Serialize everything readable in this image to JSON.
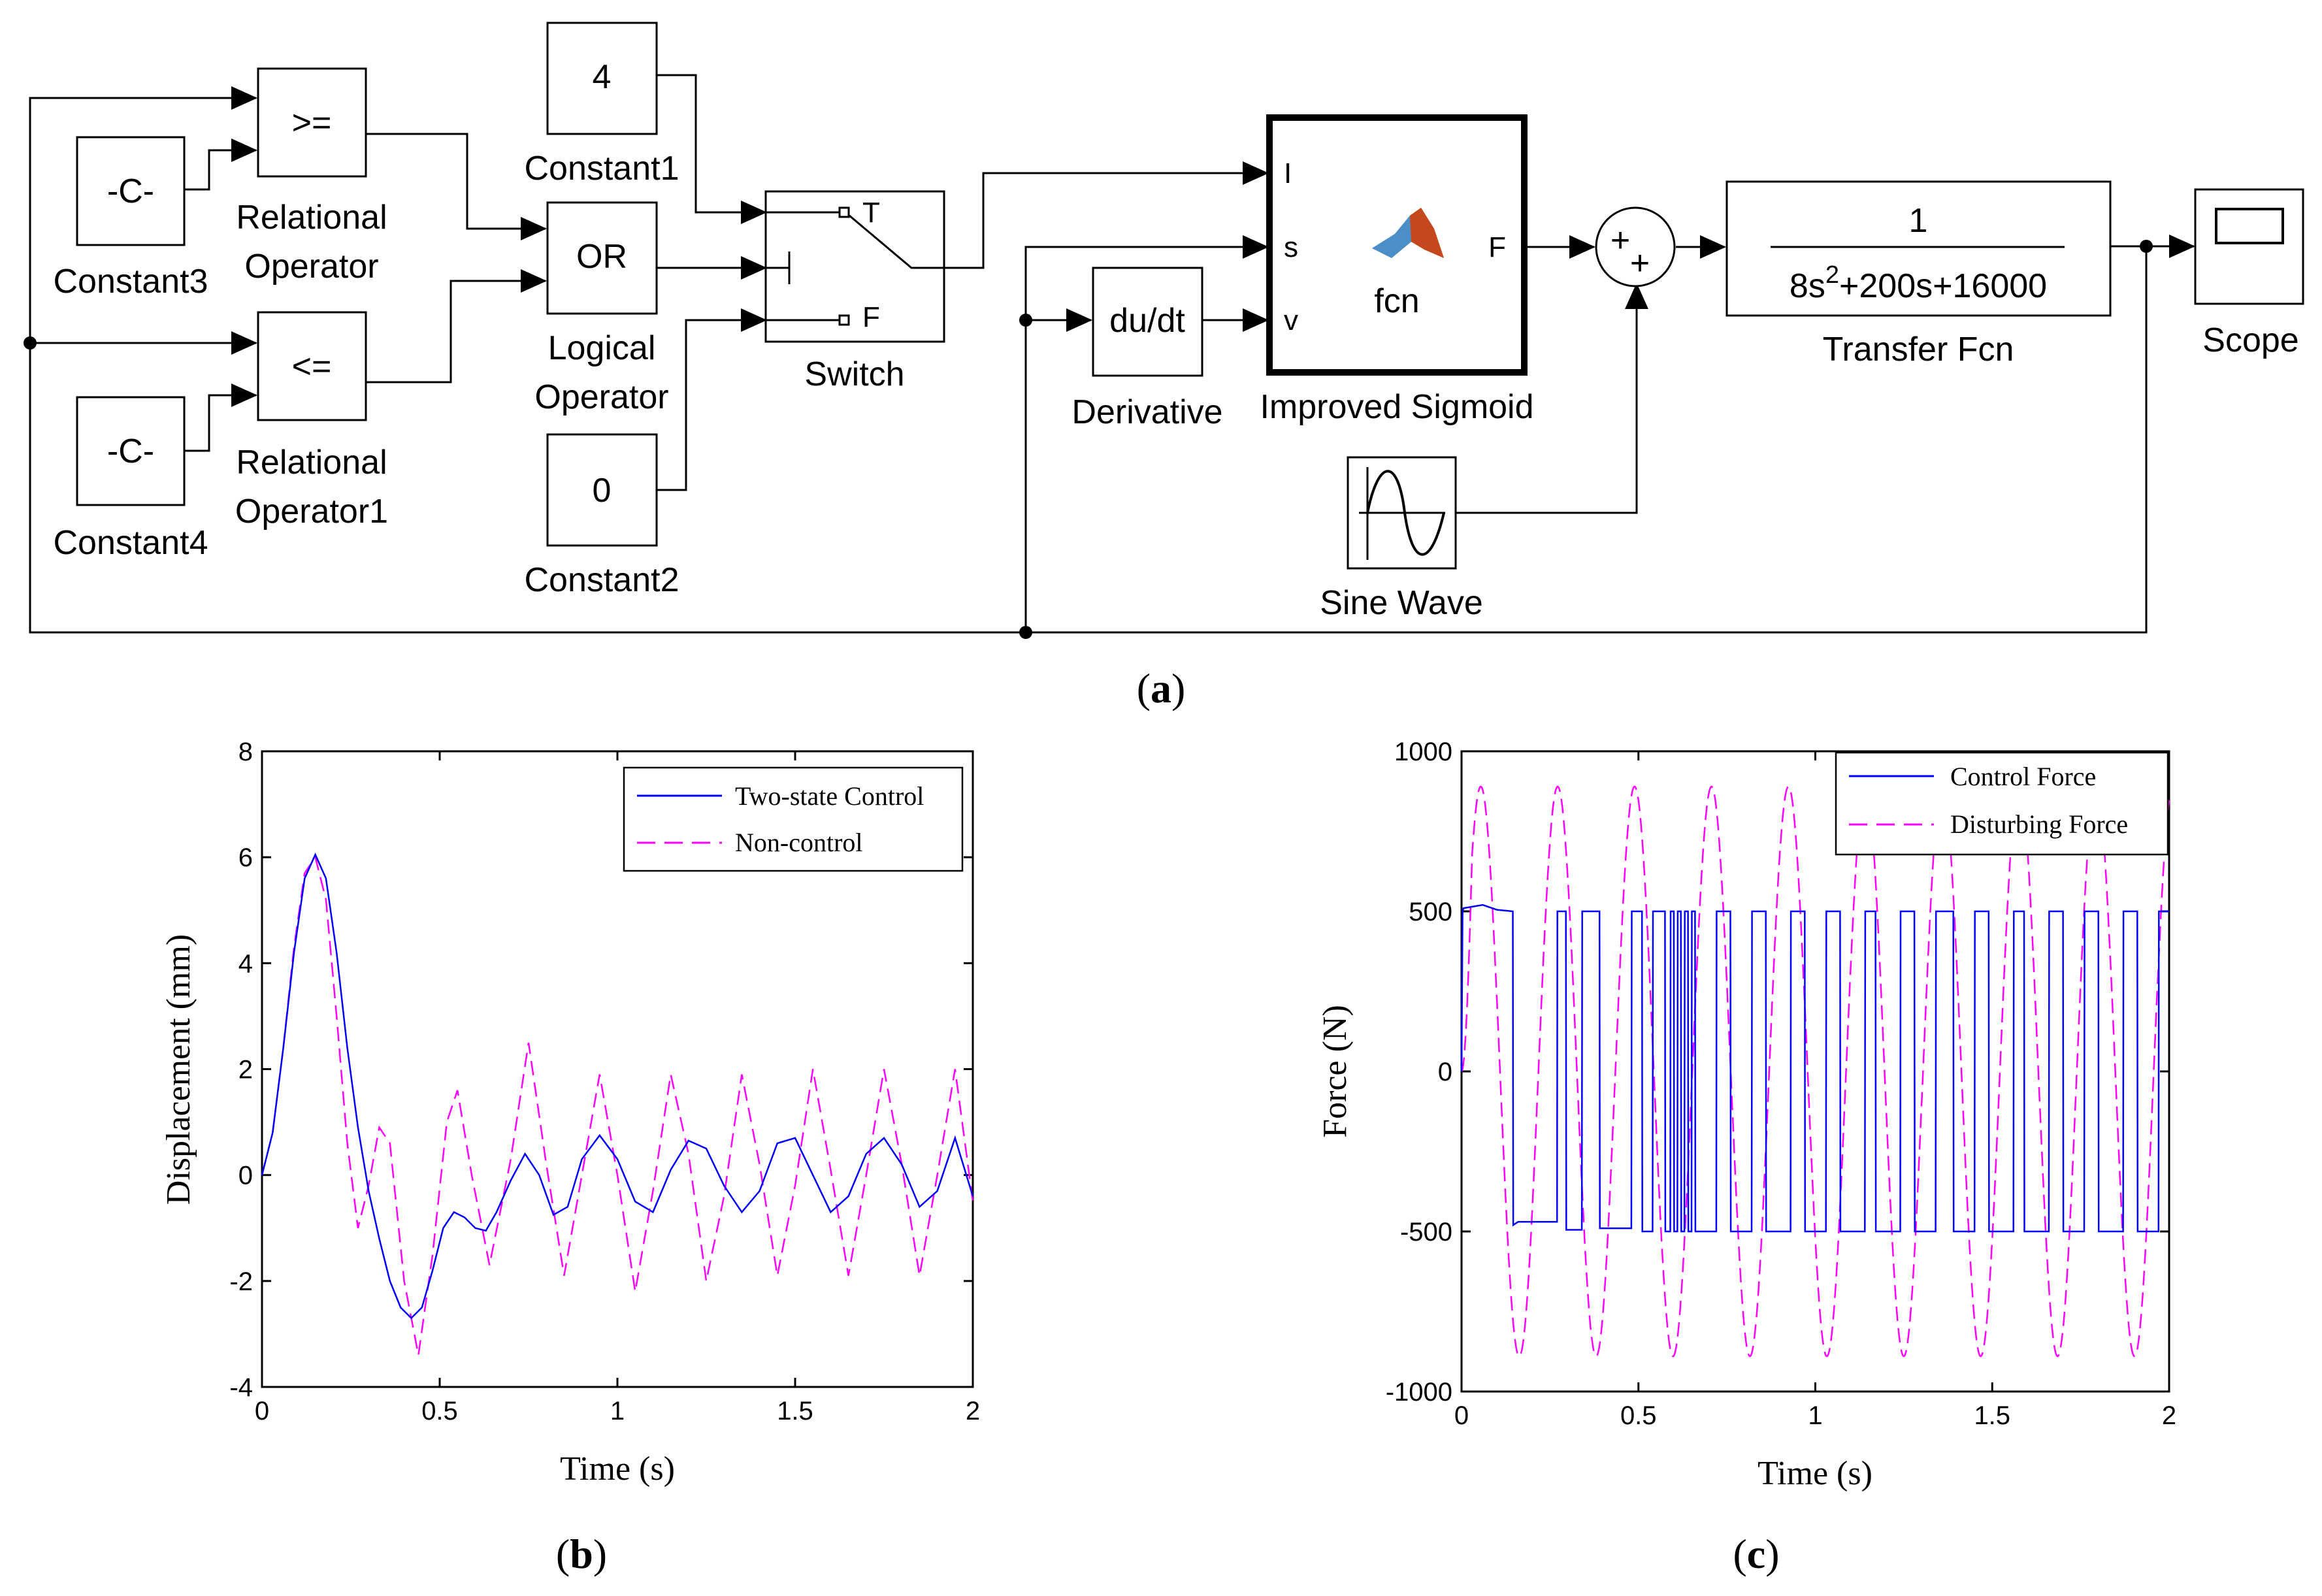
{
  "diagram": {
    "blocks": {
      "constant3": {
        "inner": "-C-",
        "label": "Constant3"
      },
      "constant4": {
        "inner": "-C-",
        "label": "Constant4"
      },
      "rel_op": {
        "inner": ">=",
        "label_line1": "Relational",
        "label_line2": "Operator"
      },
      "rel_op1": {
        "inner": "<=",
        "label_line1": "Relational",
        "label_line2": "Operator1"
      },
      "logical_op": {
        "inner": "OR",
        "label_line1": "Logical",
        "label_line2": "Operator"
      },
      "constant1": {
        "inner": "4",
        "label": "Constant1"
      },
      "constant2": {
        "inner": "0",
        "label": "Constant2"
      },
      "switch": {
        "label": "Switch",
        "port_true": "T",
        "port_false": "F"
      },
      "derivative": {
        "inner": "du/dt",
        "label": "Derivative"
      },
      "improved_sigmoid": {
        "inner": "fcn",
        "label": "Improved Sigmoid",
        "in_ports": [
          "I",
          "s",
          "v"
        ],
        "out_port": "F"
      },
      "sum": {
        "signs": [
          "+",
          "+"
        ]
      },
      "sine_wave": {
        "label": "Sine Wave"
      },
      "transfer_fcn": {
        "numerator": "1",
        "den_a": "8s",
        "den_exp": "2",
        "den_b": "+200s+16000",
        "label": "Transfer Fcn"
      },
      "scope": {
        "label": "Scope"
      }
    },
    "caption": {
      "open": "(",
      "letter": "a",
      "close": ")"
    }
  },
  "chart_data": [
    {
      "type": "line",
      "panel": "b",
      "xlabel": "Time (s)",
      "ylabel": "Displacement (mm)",
      "xlim": [
        0,
        2
      ],
      "ylim": [
        -4,
        8
      ],
      "xticks": [
        "0",
        "0.5",
        "1",
        "1.5",
        "2"
      ],
      "yticks": [
        "-4",
        "-2",
        "0",
        "2",
        "4",
        "6",
        "8"
      ],
      "legend_position": "top-right",
      "series": [
        {
          "name": "Two-state Control",
          "color": "#0000ff",
          "dash": "solid",
          "x": [
            0,
            0.03,
            0.06,
            0.09,
            0.12,
            0.15,
            0.18,
            0.21,
            0.24,
            0.27,
            0.3,
            0.33,
            0.36,
            0.39,
            0.42,
            0.45,
            0.48,
            0.51,
            0.54,
            0.57,
            0.6,
            0.63,
            0.66,
            0.7,
            0.74,
            0.78,
            0.82,
            0.86,
            0.9,
            0.95,
            1.0,
            1.05,
            1.1,
            1.15,
            1.2,
            1.25,
            1.3,
            1.35,
            1.4,
            1.45,
            1.5,
            1.55,
            1.6,
            1.65,
            1.7,
            1.75,
            1.8,
            1.85,
            1.9,
            1.95,
            2.0
          ],
          "y": [
            0,
            0.8,
            2.4,
            4.2,
            5.6,
            6.05,
            5.6,
            4.2,
            2.4,
            0.9,
            -0.3,
            -1.2,
            -2.0,
            -2.5,
            -2.7,
            -2.5,
            -1.8,
            -1.0,
            -0.7,
            -0.8,
            -1.0,
            -1.05,
            -0.7,
            -0.1,
            0.4,
            0.0,
            -0.75,
            -0.6,
            0.3,
            0.75,
            0.3,
            -0.5,
            -0.7,
            0.1,
            0.65,
            0.5,
            -0.2,
            -0.7,
            -0.3,
            0.6,
            0.7,
            0.0,
            -0.7,
            -0.4,
            0.4,
            0.7,
            0.2,
            -0.6,
            -0.3,
            0.7,
            -0.4
          ]
        },
        {
          "name": "Non-control",
          "color": "#ff00ff",
          "dash": "dashed",
          "x": [
            0,
            0.03,
            0.06,
            0.09,
            0.12,
            0.15,
            0.18,
            0.21,
            0.24,
            0.27,
            0.3,
            0.33,
            0.36,
            0.4,
            0.44,
            0.48,
            0.52,
            0.55,
            0.59,
            0.64,
            0.7,
            0.75,
            0.8,
            0.85,
            0.9,
            0.95,
            1.0,
            1.05,
            1.1,
            1.15,
            1.2,
            1.25,
            1.3,
            1.35,
            1.4,
            1.45,
            1.5,
            1.55,
            1.6,
            1.65,
            1.7,
            1.75,
            1.8,
            1.85,
            1.9,
            1.95,
            2.0
          ],
          "y": [
            0,
            0.8,
            2.4,
            4.3,
            5.7,
            6.0,
            5.2,
            3.0,
            0.6,
            -1.0,
            -0.2,
            0.9,
            0.6,
            -2.0,
            -3.4,
            -1.5,
            1.0,
            1.6,
            0.0,
            -1.7,
            0.3,
            2.5,
            0.2,
            -1.9,
            0.0,
            1.9,
            0.0,
            -2.2,
            -0.3,
            1.9,
            0.4,
            -2.0,
            -0.4,
            1.9,
            0.2,
            -1.9,
            -0.2,
            2.0,
            0.1,
            -1.9,
            0.0,
            2.0,
            0.2,
            -1.9,
            0.0,
            2.0,
            -0.5
          ]
        }
      ],
      "caption": {
        "open": "(",
        "letter": "b",
        "close": ")"
      }
    },
    {
      "type": "line",
      "panel": "c",
      "xlabel": "Time (s)",
      "ylabel": "Force (N)",
      "xlim": [
        0,
        2
      ],
      "ylim": [
        -1000,
        1000
      ],
      "xticks": [
        "0",
        "0.5",
        "1",
        "1.5",
        "2"
      ],
      "yticks": [
        "-1000",
        "-500",
        "0",
        "500",
        "1000"
      ],
      "legend_position": "top-right",
      "series": [
        {
          "name": "Control Force",
          "color": "#0000ff",
          "dash": "solid",
          "x": [
            0,
            0.003,
            0.006,
            0.06,
            0.1,
            0.145,
            0.146,
            0.16,
            0.2,
            0.27,
            0.271,
            0.295,
            0.296,
            0.34,
            0.341,
            0.39,
            0.391,
            0.48,
            0.481,
            0.51,
            0.511,
            0.54,
            0.541,
            0.575,
            0.576,
            0.59,
            0.591,
            0.6,
            0.601,
            0.61,
            0.611,
            0.62,
            0.621,
            0.63,
            0.631,
            0.64,
            0.641,
            0.65,
            0.651,
            0.66,
            0.661,
            0.72,
            0.721,
            0.76,
            0.761,
            0.82,
            0.821,
            0.86,
            0.861,
            0.93,
            0.931,
            0.97,
            0.971,
            1.03,
            1.031,
            1.07,
            1.071,
            1.14,
            1.141,
            1.17,
            1.171,
            1.24,
            1.241,
            1.28,
            1.281,
            1.34,
            1.341,
            1.39,
            1.391,
            1.45,
            1.451,
            1.49,
            1.491,
            1.56,
            1.561,
            1.59,
            1.591,
            1.66,
            1.661,
            1.7,
            1.701,
            1.76,
            1.761,
            1.8,
            1.801,
            1.87,
            1.871,
            1.91,
            1.911,
            1.97,
            1.971,
            2.0
          ],
          "y": [
            0,
            500,
            510,
            520,
            505,
            500,
            -480,
            -470,
            -470,
            -470,
            500,
            500,
            -495,
            -495,
            500,
            500,
            -490,
            -490,
            500,
            500,
            -500,
            -500,
            500,
            500,
            -500,
            -500,
            500,
            500,
            -500,
            -500,
            500,
            500,
            -500,
            -500,
            500,
            500,
            -500,
            -500,
            500,
            500,
            -500,
            -500,
            500,
            500,
            -500,
            -500,
            500,
            500,
            -500,
            -500,
            500,
            500,
            -500,
            -500,
            500,
            500,
            -500,
            -500,
            500,
            500,
            -500,
            -500,
            500,
            500,
            -500,
            -500,
            500,
            500,
            -500,
            -500,
            500,
            500,
            -500,
            -500,
            500,
            500,
            -500,
            -500,
            500,
            500,
            -500,
            -500,
            500,
            500,
            -500,
            -500,
            500,
            500,
            -500,
            -500,
            500,
            500
          ]
        },
        {
          "name": "Disturbing Force",
          "color": "#ff00ff",
          "dash": "dashed",
          "amplitude": 890,
          "frequency_hz": 4.6,
          "x_range": [
            0,
            2
          ]
        }
      ],
      "caption": {
        "open": "(",
        "letter": "c",
        "close": ")"
      }
    }
  ]
}
